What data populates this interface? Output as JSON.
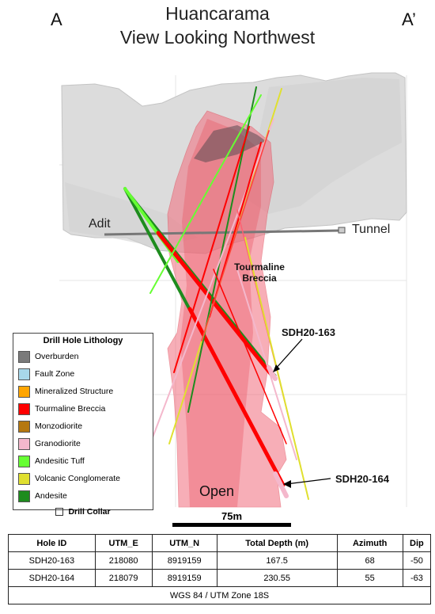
{
  "title": {
    "line1": "Huancarama",
    "line2": "View Looking Northwest"
  },
  "section": {
    "left": "A",
    "right": "A’"
  },
  "labels": {
    "adit": "Adit",
    "tunnel": "Tunnel",
    "breccia_line1": "Tourmaline",
    "breccia_line2": "Breccia",
    "open": "Open",
    "hole_163": "SDH20-163",
    "hole_164": "SDH20-164"
  },
  "legend": {
    "title": "Drill Hole Lithology",
    "items": [
      {
        "label": "Overburden",
        "color": "#7a7a7a"
      },
      {
        "label": "Fault Zone",
        "color": "#a8d8ea"
      },
      {
        "label": "Mineralized Structure",
        "color": "#ffa500"
      },
      {
        "label": "Tourmaline Breccia",
        "color": "#ff0000"
      },
      {
        "label": "Monzodiorite",
        "color": "#b5780f"
      },
      {
        "label": "Granodiorite",
        "color": "#f4b8cc"
      },
      {
        "label": "Andesitic Tuff",
        "color": "#66ff33"
      },
      {
        "label": "Volcanic Conglomerate",
        "color": "#e0e030"
      },
      {
        "label": "Andesite",
        "color": "#1e8c1e"
      }
    ],
    "collar_label": "Drill Collar"
  },
  "scale": {
    "label": "75m"
  },
  "table": {
    "headers": [
      "Hole ID",
      "UTM_E",
      "UTM_N",
      "Total Depth (m)",
      "Azimuth",
      "Dip"
    ],
    "rows": [
      [
        "SDH20-163",
        "218080",
        "8919159",
        "167.5",
        "68",
        "-50"
      ],
      [
        "SDH20-164",
        "218079",
        "8919159",
        "230.55",
        "55",
        "-63"
      ]
    ],
    "footer": "WGS 84 / UTM Zone 18S"
  }
}
